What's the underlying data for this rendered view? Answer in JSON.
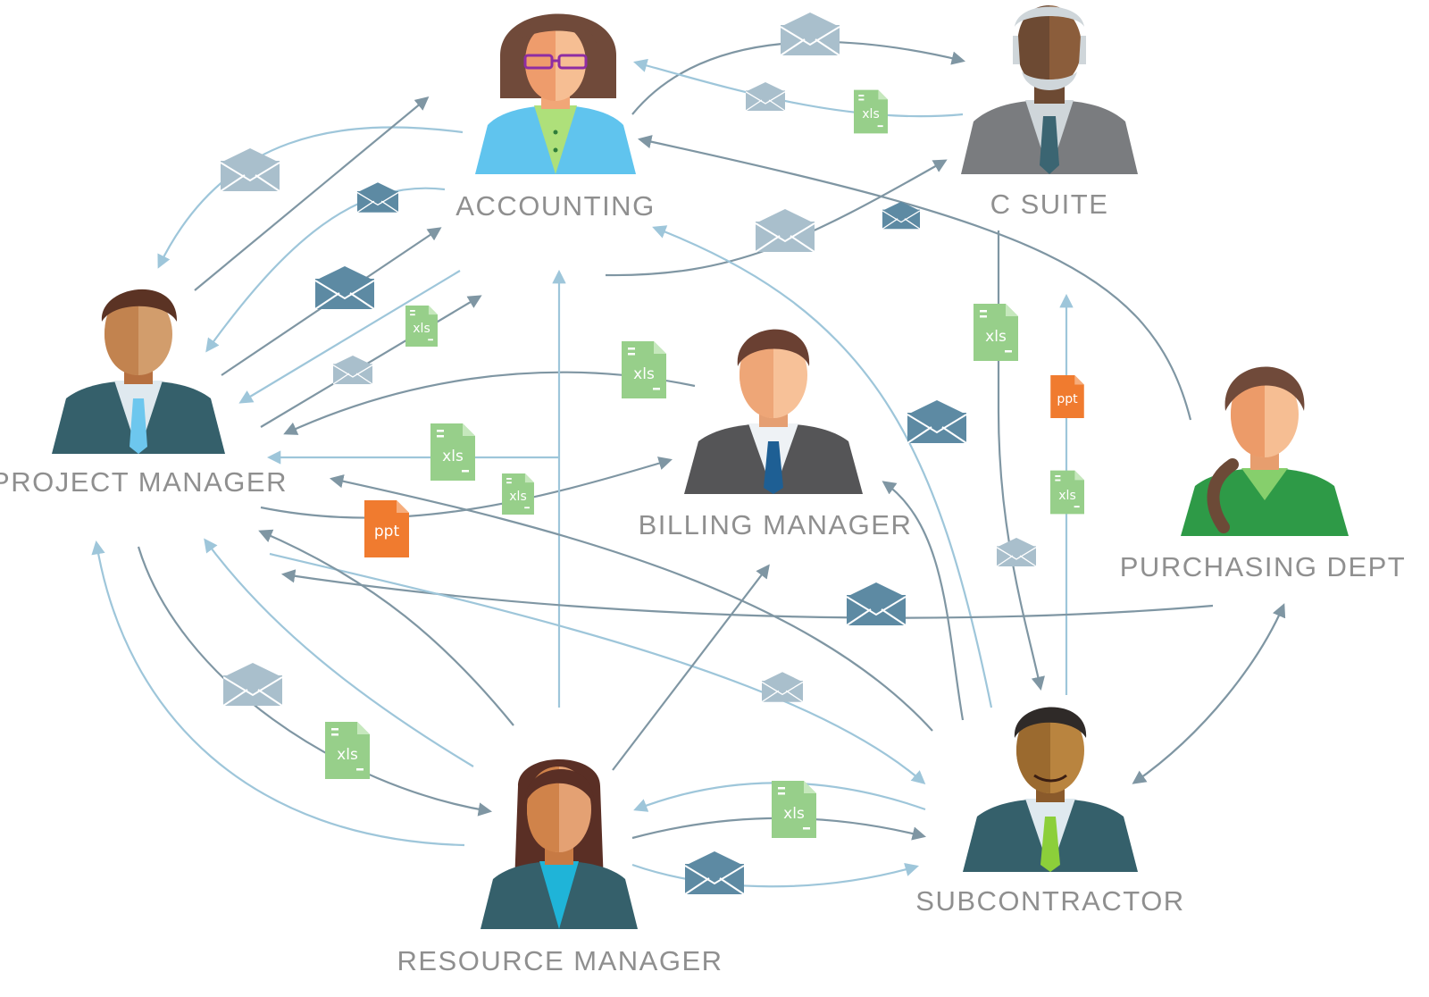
{
  "roles": {
    "accounting": "ACCOUNTING",
    "c_suite": "C SUITE",
    "project_manager": "PROJECT MANAGER",
    "billing_manager": "BILLING MANAGER",
    "purchasing_dept": "PURCHASING DEPT",
    "resource_manager": "RESOURCE MANAGER",
    "subcontractor": "SUBCONTRACTOR"
  },
  "file_types": {
    "xls": "xls",
    "ppt": "ppt"
  },
  "colors": {
    "label": "#8f8f8f",
    "arrow_light": "#9ec6da",
    "arrow_dark": "#7f96a3",
    "envelope_light": "#a9bfcc",
    "envelope_dark": "#5d8aa3",
    "xls": "#97cf8a",
    "ppt": "#f07b2f"
  },
  "icons": {
    "document": "envelope-icon",
    "spreadsheet": "xls-file-icon",
    "presentation": "ppt-file-icon",
    "person": "person-avatar-icon"
  }
}
